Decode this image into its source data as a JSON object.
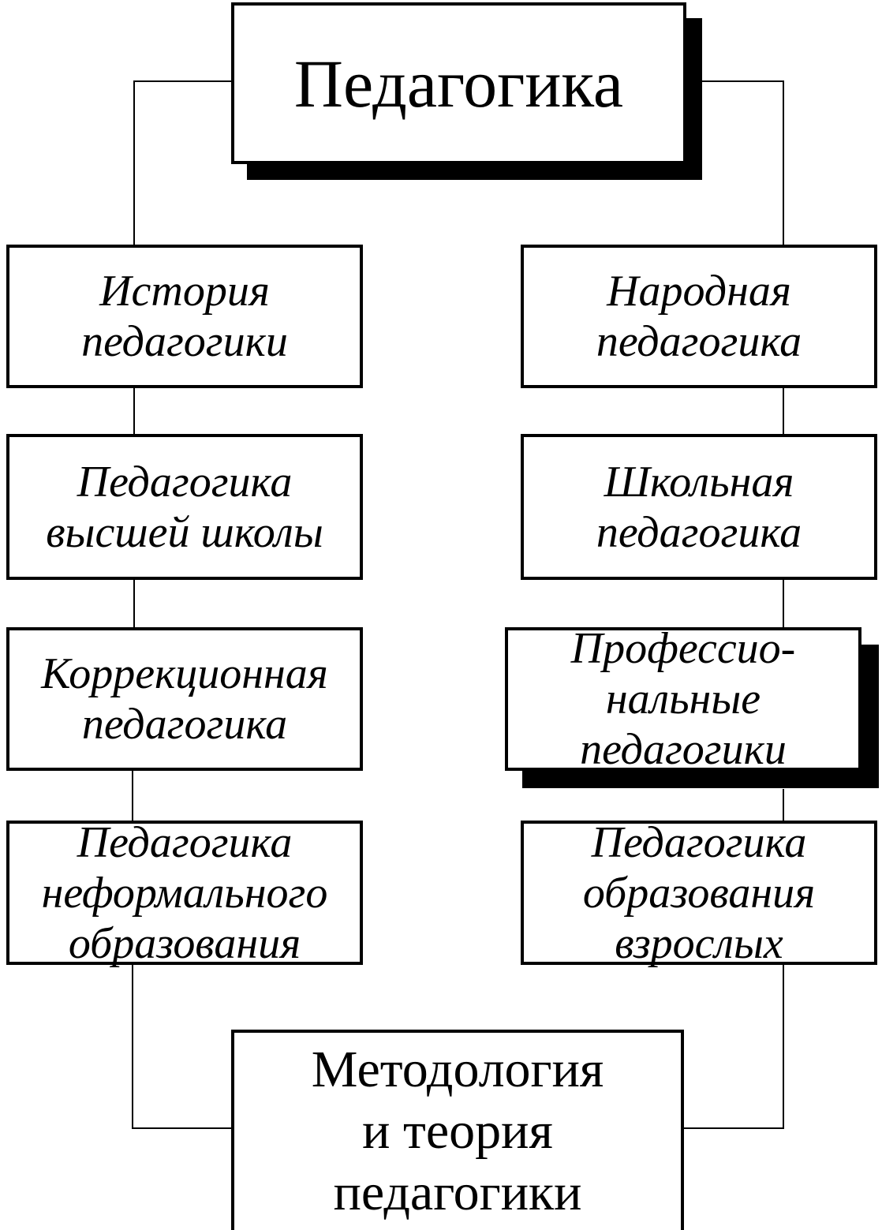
{
  "diagram": {
    "top": {
      "text": "Педагогика"
    },
    "left": [
      {
        "lines": [
          "История",
          "педагогики"
        ]
      },
      {
        "lines": [
          "Педагогика",
          "высшей школы"
        ]
      },
      {
        "lines": [
          "Коррекционная",
          "педагогика"
        ]
      },
      {
        "lines": [
          "Педагогика",
          "неформального",
          "образования"
        ]
      }
    ],
    "right": [
      {
        "lines": [
          "Народная",
          "педагогика"
        ]
      },
      {
        "lines": [
          "Школьная",
          "педагогика"
        ]
      },
      {
        "lines": [
          "Профессио-",
          "нальные",
          "педагогики"
        ]
      },
      {
        "lines": [
          "Педагогика",
          "образования",
          "взрослых"
        ]
      }
    ],
    "bottom": {
      "lines": [
        "Методология",
        "и теория",
        "педагогики"
      ]
    }
  },
  "colors": {
    "ink": "#000000",
    "background": "#ffffff"
  }
}
